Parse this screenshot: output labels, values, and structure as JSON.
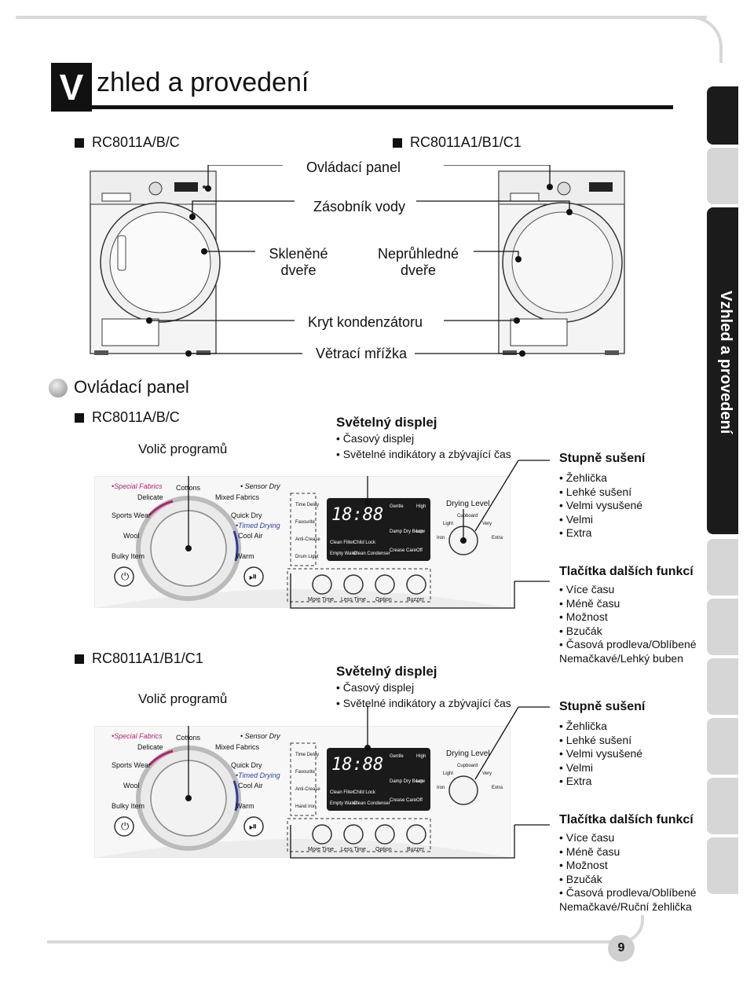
{
  "header": {
    "letter": "V",
    "title": "zhled a provedení"
  },
  "side_tab": "Vzhled a provedení",
  "models": {
    "left": "RC8011A/B/C",
    "right": "RC8011A1/B1/C1"
  },
  "dryer_labels": [
    "Ovládací panel",
    "Zásobník vody",
    "Skleněné dveře",
    "Neprůhledné dveře",
    "Kryt kondenzátoru",
    "Větrací mřížka"
  ],
  "control_section": {
    "heading": "Ovládací panel",
    "model1": "RC8011A/B/C",
    "model2": "RC8011A1/B1/C1",
    "selector_label": "Volič programů",
    "display_heading": "Světelný displej",
    "display_items": [
      "Časový displej",
      "Světelné indikátory a zbývající čas"
    ],
    "dry_heading": "Stupně sušení",
    "dry_items": [
      "Žehlička",
      "Lehké sušení",
      "Velmi vysušené",
      "Velmi",
      "Extra"
    ],
    "func_heading": "Tlačítka dalších funkcí",
    "func_items1": [
      "Více času",
      "Méně času",
      "Možnost",
      "Bzučák",
      "Časová prodleva/Oblíbené Nemačkavé/Lehký buben"
    ],
    "func_items2": [
      "Více času",
      "Méně času",
      "Možnost",
      "Bzučák",
      "Časová prodleva/Oblíbené Nemačkavé/Ruční žehlička"
    ]
  },
  "panel1": {
    "programs": [
      "•Special Fabrics",
      "Delicate",
      "Cottons",
      "• Sensor Dry",
      "Mixed Fabrics",
      "Sports Wear",
      "Quick Dry",
      "•Timed Drying",
      "Wool",
      "Cool Air",
      "Bulky Item",
      "Warm"
    ],
    "side_buttons": [
      "Time Delay",
      "Favourite",
      "Anti-Crease",
      "Drum Light"
    ],
    "display_digits": "18:88",
    "indicators": [
      "Gentle",
      "High",
      "Damp Dry Beep",
      "Low",
      "Clean Filter",
      "Child Lock",
      "Empty Water",
      "Clean Condenser",
      "Crease Care",
      "Off"
    ],
    "drying": [
      "Drying Level",
      "Cupboard",
      "Light",
      "Very",
      "Iron",
      "Extra"
    ],
    "buttons": [
      "More Time",
      "Less Time",
      "Option",
      "Buzzer"
    ]
  },
  "panel2": {
    "programs": [
      "•Special Fabrics",
      "Delicate",
      "Cottons",
      "• Sensor Dry",
      "Mixed Fabrics",
      "Sports Wear",
      "Quick Dry",
      "•Timed Drying",
      "Wool",
      "Cool Air",
      "Bulky Item",
      "Warm"
    ],
    "side_buttons": [
      "Time Delay",
      "Favourite",
      "Anti-Crease",
      "Hand Iron"
    ],
    "display_digits": "18:88",
    "indicators": [
      "Gentle",
      "High",
      "Damp Dry Beep",
      "Low",
      "Clean Filter",
      "Child Lock",
      "Empty Water",
      "Clean Condenser",
      "Crease Care",
      "Off"
    ],
    "drying": [
      "Drying Level",
      "Cupboard",
      "Light",
      "Very",
      "Iron",
      "Extra"
    ],
    "buttons": [
      "More Time",
      "Less Time",
      "Option",
      "Buzzer"
    ]
  },
  "page_number": "9"
}
